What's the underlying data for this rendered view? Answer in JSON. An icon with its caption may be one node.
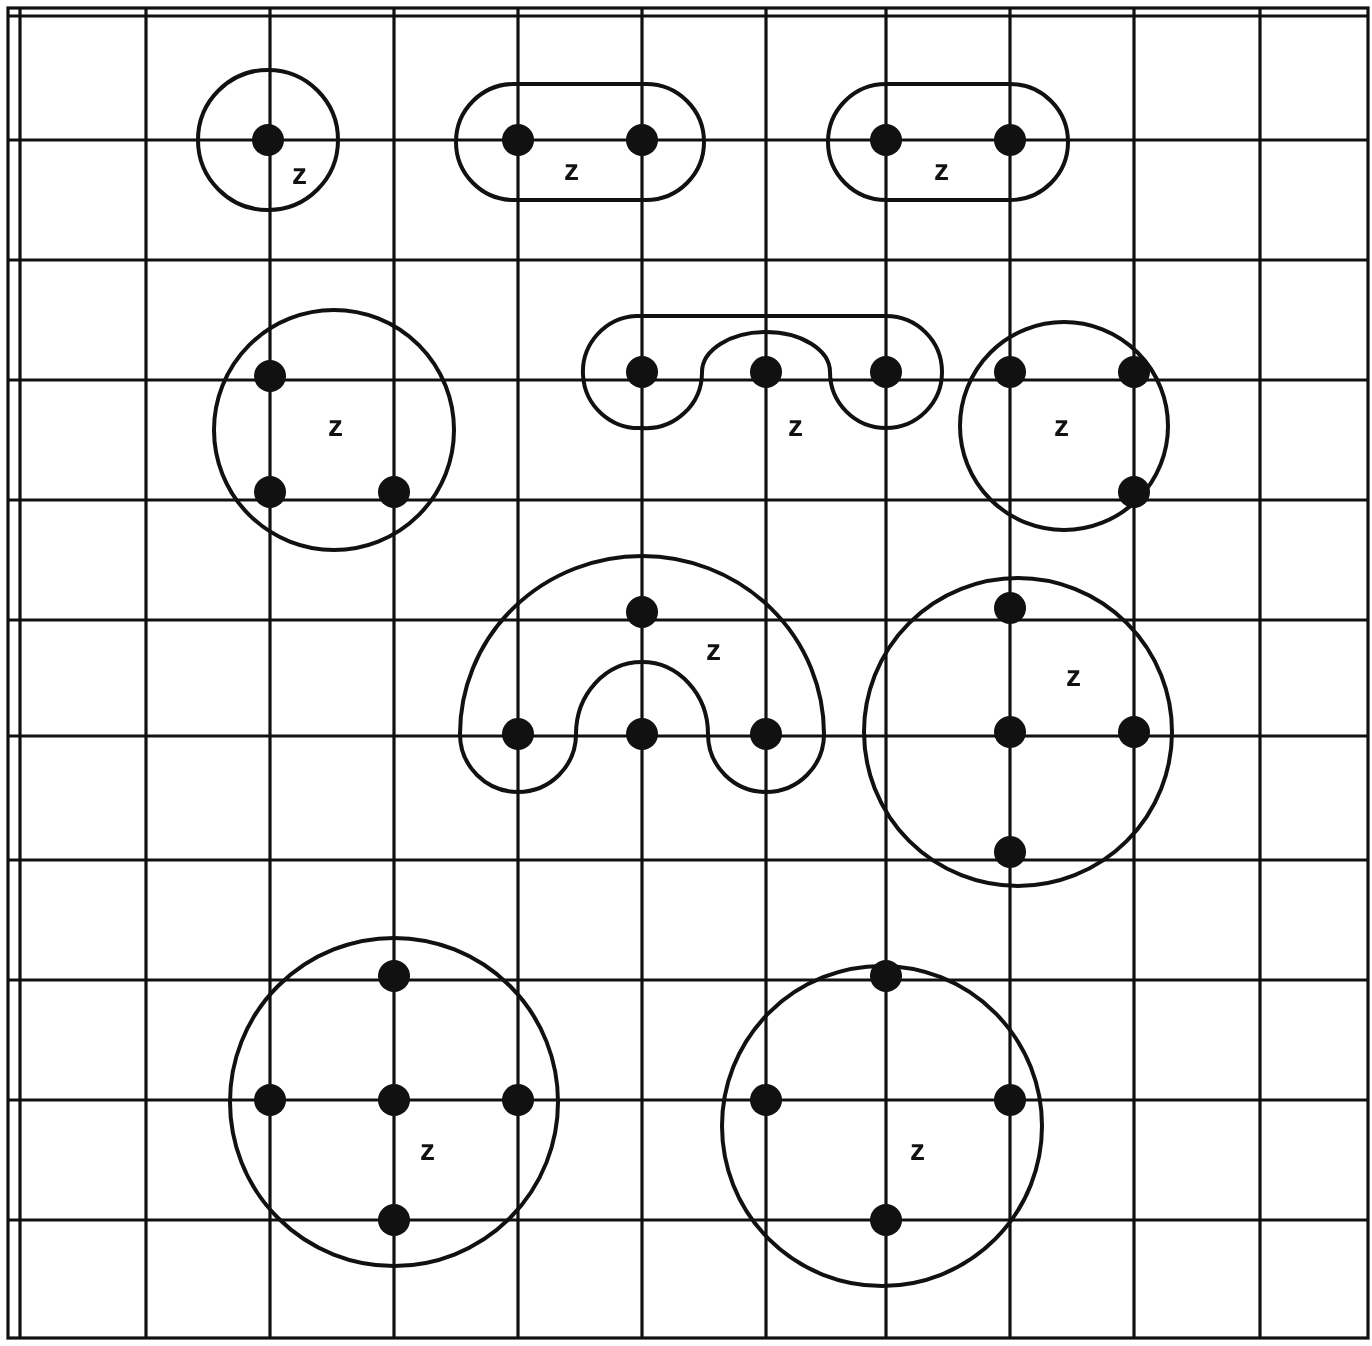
{
  "diagram": {
    "nodes": [
      {
        "text": [
          "z"
        ]
      },
      {
        "text": [
          "z"
        ]
      },
      {
        "text": [
          "z"
        ]
      },
      {
        "text": [
          "z"
        ]
      },
      {
        "text": [
          "z"
        ]
      },
      {
        "text": [
          "z"
        ]
      },
      {
        "text": [
          "z"
        ]
      },
      {
        "text": [
          "z"
        ]
      },
      {
        "text": [
          "z"
        ]
      },
      {
        "text": [
          "z"
        ]
      }
    ]
  }
}
